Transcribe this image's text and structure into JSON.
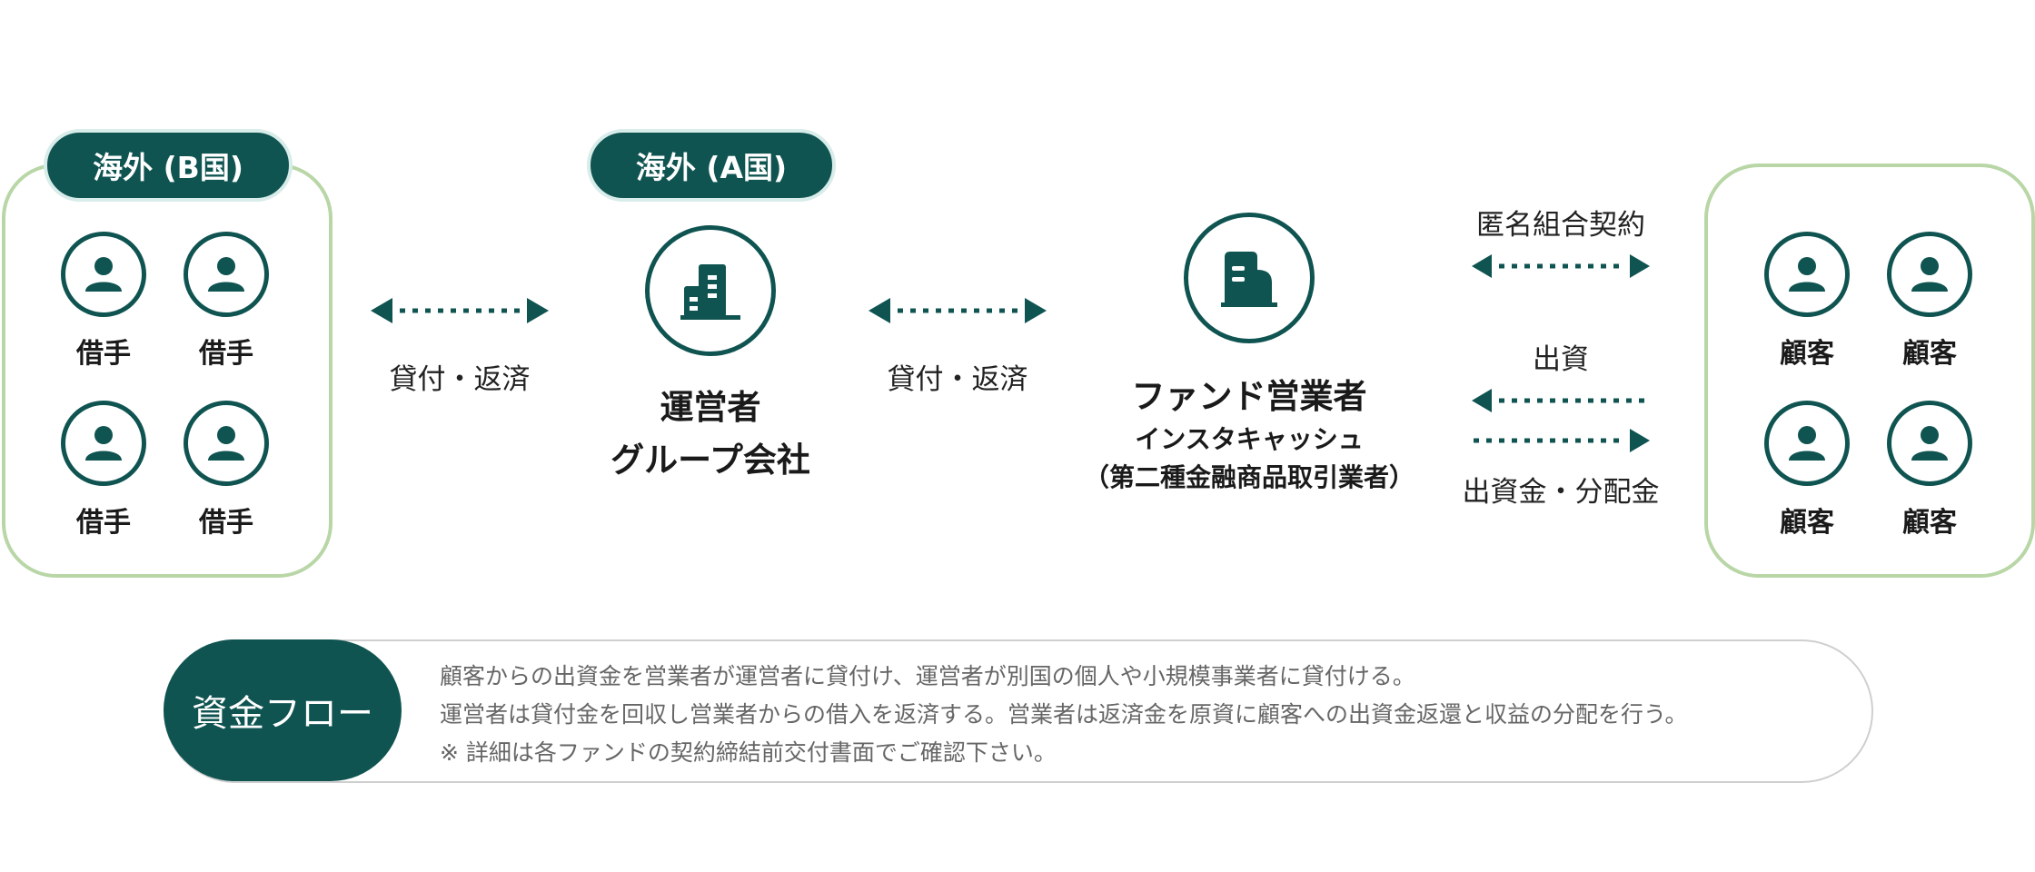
{
  "left_group": {
    "title": "海外 (B国)",
    "members": [
      "借手",
      "借手",
      "借手",
      "借手"
    ]
  },
  "operator": {
    "badge": "海外 (A国)",
    "name_line1": "運営者",
    "name_line2": "グループ会社"
  },
  "fund_operator": {
    "name": "ファンド営業者",
    "company": "インスタキャッシュ",
    "registration": "（第二種金融商品取引業者）"
  },
  "flows": {
    "left_flow": "貸付・返済",
    "middle_flow": "貸付・返済",
    "contract": "匿名組合契約",
    "investment": "出資",
    "distribution": "出資金・分配金"
  },
  "right_group": {
    "members": [
      "顧客",
      "顧客",
      "顧客",
      "顧客"
    ]
  },
  "caption": {
    "label": "資金フロー",
    "line1": "顧客からの出資金を営業者が運営者に貸付け、運営者が別国の個人や小規模事業者に貸付ける。",
    "line2": "運営者は貸付金を回収し営業者からの借入を返済する。営業者は返済金を原資に顧客への出資金返還と収益の分配を行う。",
    "line3": "※ 詳細は各ファンドの契約締結前交付書面でご確認下さい。"
  },
  "colors": {
    "primary": "#0f5451",
    "group_border": "#b8d6a6",
    "caption_border": "#cfcfcf"
  }
}
